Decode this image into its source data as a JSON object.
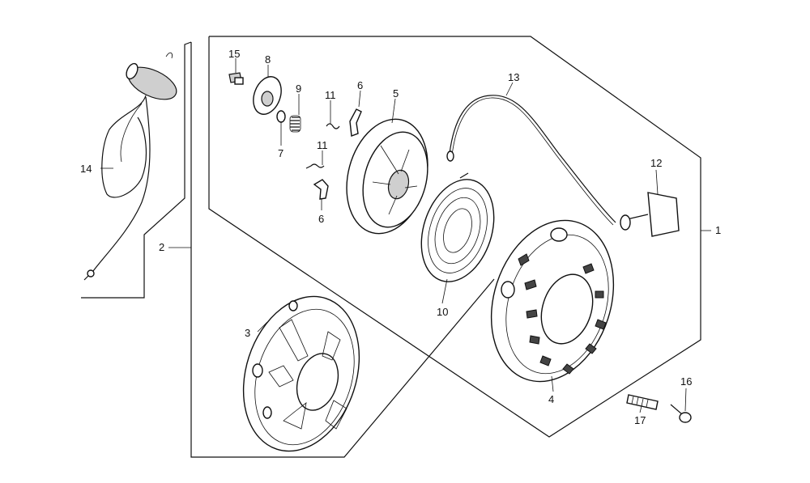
{
  "diagram": {
    "callouts": [
      {
        "id": "c1",
        "text": "1"
      },
      {
        "id": "c2",
        "text": "2"
      },
      {
        "id": "c3",
        "text": "3"
      },
      {
        "id": "c4",
        "text": "4"
      },
      {
        "id": "c5",
        "text": "5"
      },
      {
        "id": "c6a",
        "text": "6"
      },
      {
        "id": "c6b",
        "text": "6"
      },
      {
        "id": "c7",
        "text": "7"
      },
      {
        "id": "c8",
        "text": "8"
      },
      {
        "id": "c9",
        "text": "9"
      },
      {
        "id": "c10",
        "text": "10"
      },
      {
        "id": "c11a",
        "text": "11"
      },
      {
        "id": "c11b",
        "text": "11"
      },
      {
        "id": "c12",
        "text": "12"
      },
      {
        "id": "c13",
        "text": "13"
      },
      {
        "id": "c14",
        "text": "14"
      },
      {
        "id": "c15",
        "text": "15"
      },
      {
        "id": "c16",
        "text": "16"
      },
      {
        "id": "c17",
        "text": "17"
      }
    ]
  }
}
